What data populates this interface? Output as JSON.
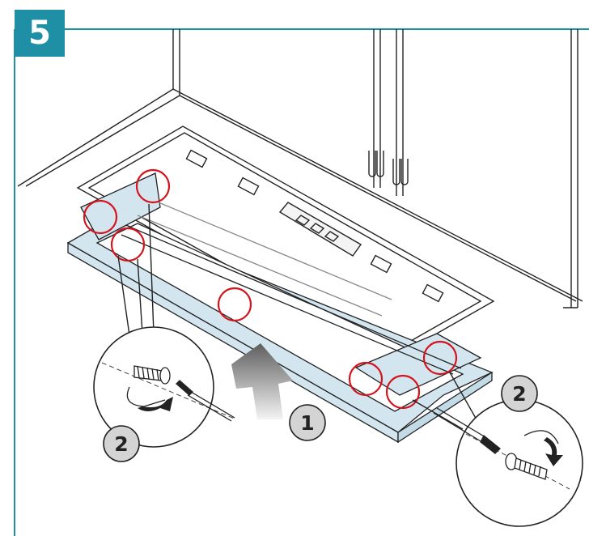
{
  "step": {
    "number": "5"
  },
  "callouts": {
    "lift_arrow_label": "1",
    "left_screw_label": "2",
    "right_screw_label": "2"
  },
  "colors": {
    "accent": "#1f8fa6",
    "highlight_ring": "#d4141c",
    "panel_fill": "#d3e6ef",
    "callout_fill": "#d4d4d4",
    "arrow_gradient_dark": "#6a6a6a",
    "arrow_gradient_light": "#f0f0f0"
  },
  "icons": {
    "screw": "screw-icon",
    "screwdriver": "screwdriver-icon",
    "rotation_arrow": "rotate-arrow-icon",
    "lift_arrow": "up-arrow-icon"
  }
}
